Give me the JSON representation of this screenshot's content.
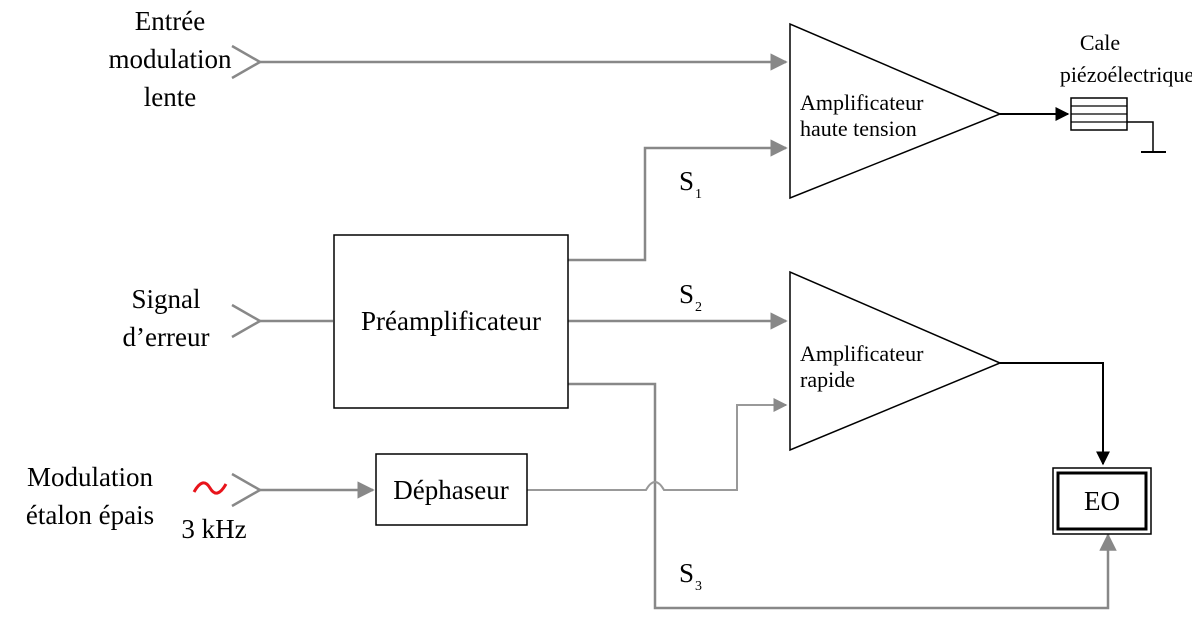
{
  "inputs": {
    "slow_modulation": [
      "Entrée",
      "modulation",
      "lente"
    ],
    "error_signal": [
      "Signal",
      "d’erreur"
    ],
    "etalon_modulation": [
      "Modulation",
      "étalon épais"
    ],
    "frequency": "3 kHz"
  },
  "blocks": {
    "preamplifier": "Préamplificateur",
    "phase_shifter": "Déphaseur",
    "hv_amplifier": [
      "Amplificateur",
      "haute tension"
    ],
    "fast_amplifier": [
      "Amplificateur",
      "rapide"
    ],
    "eo": "EO",
    "piezo": [
      "Cale",
      "piézoélectrique"
    ]
  },
  "signals": {
    "s1": {
      "main": "S",
      "sub": "1"
    },
    "s2": {
      "main": "S",
      "sub": "2"
    },
    "s3": {
      "main": "S",
      "sub": "3"
    }
  },
  "colors": {
    "wire": "#888888",
    "sine": "#e8141b",
    "line": "#000000"
  },
  "icons": {
    "input_connector": "chevron-connector-icon",
    "sine_source": "sine-wave-icon",
    "ground": "ground-icon"
  }
}
